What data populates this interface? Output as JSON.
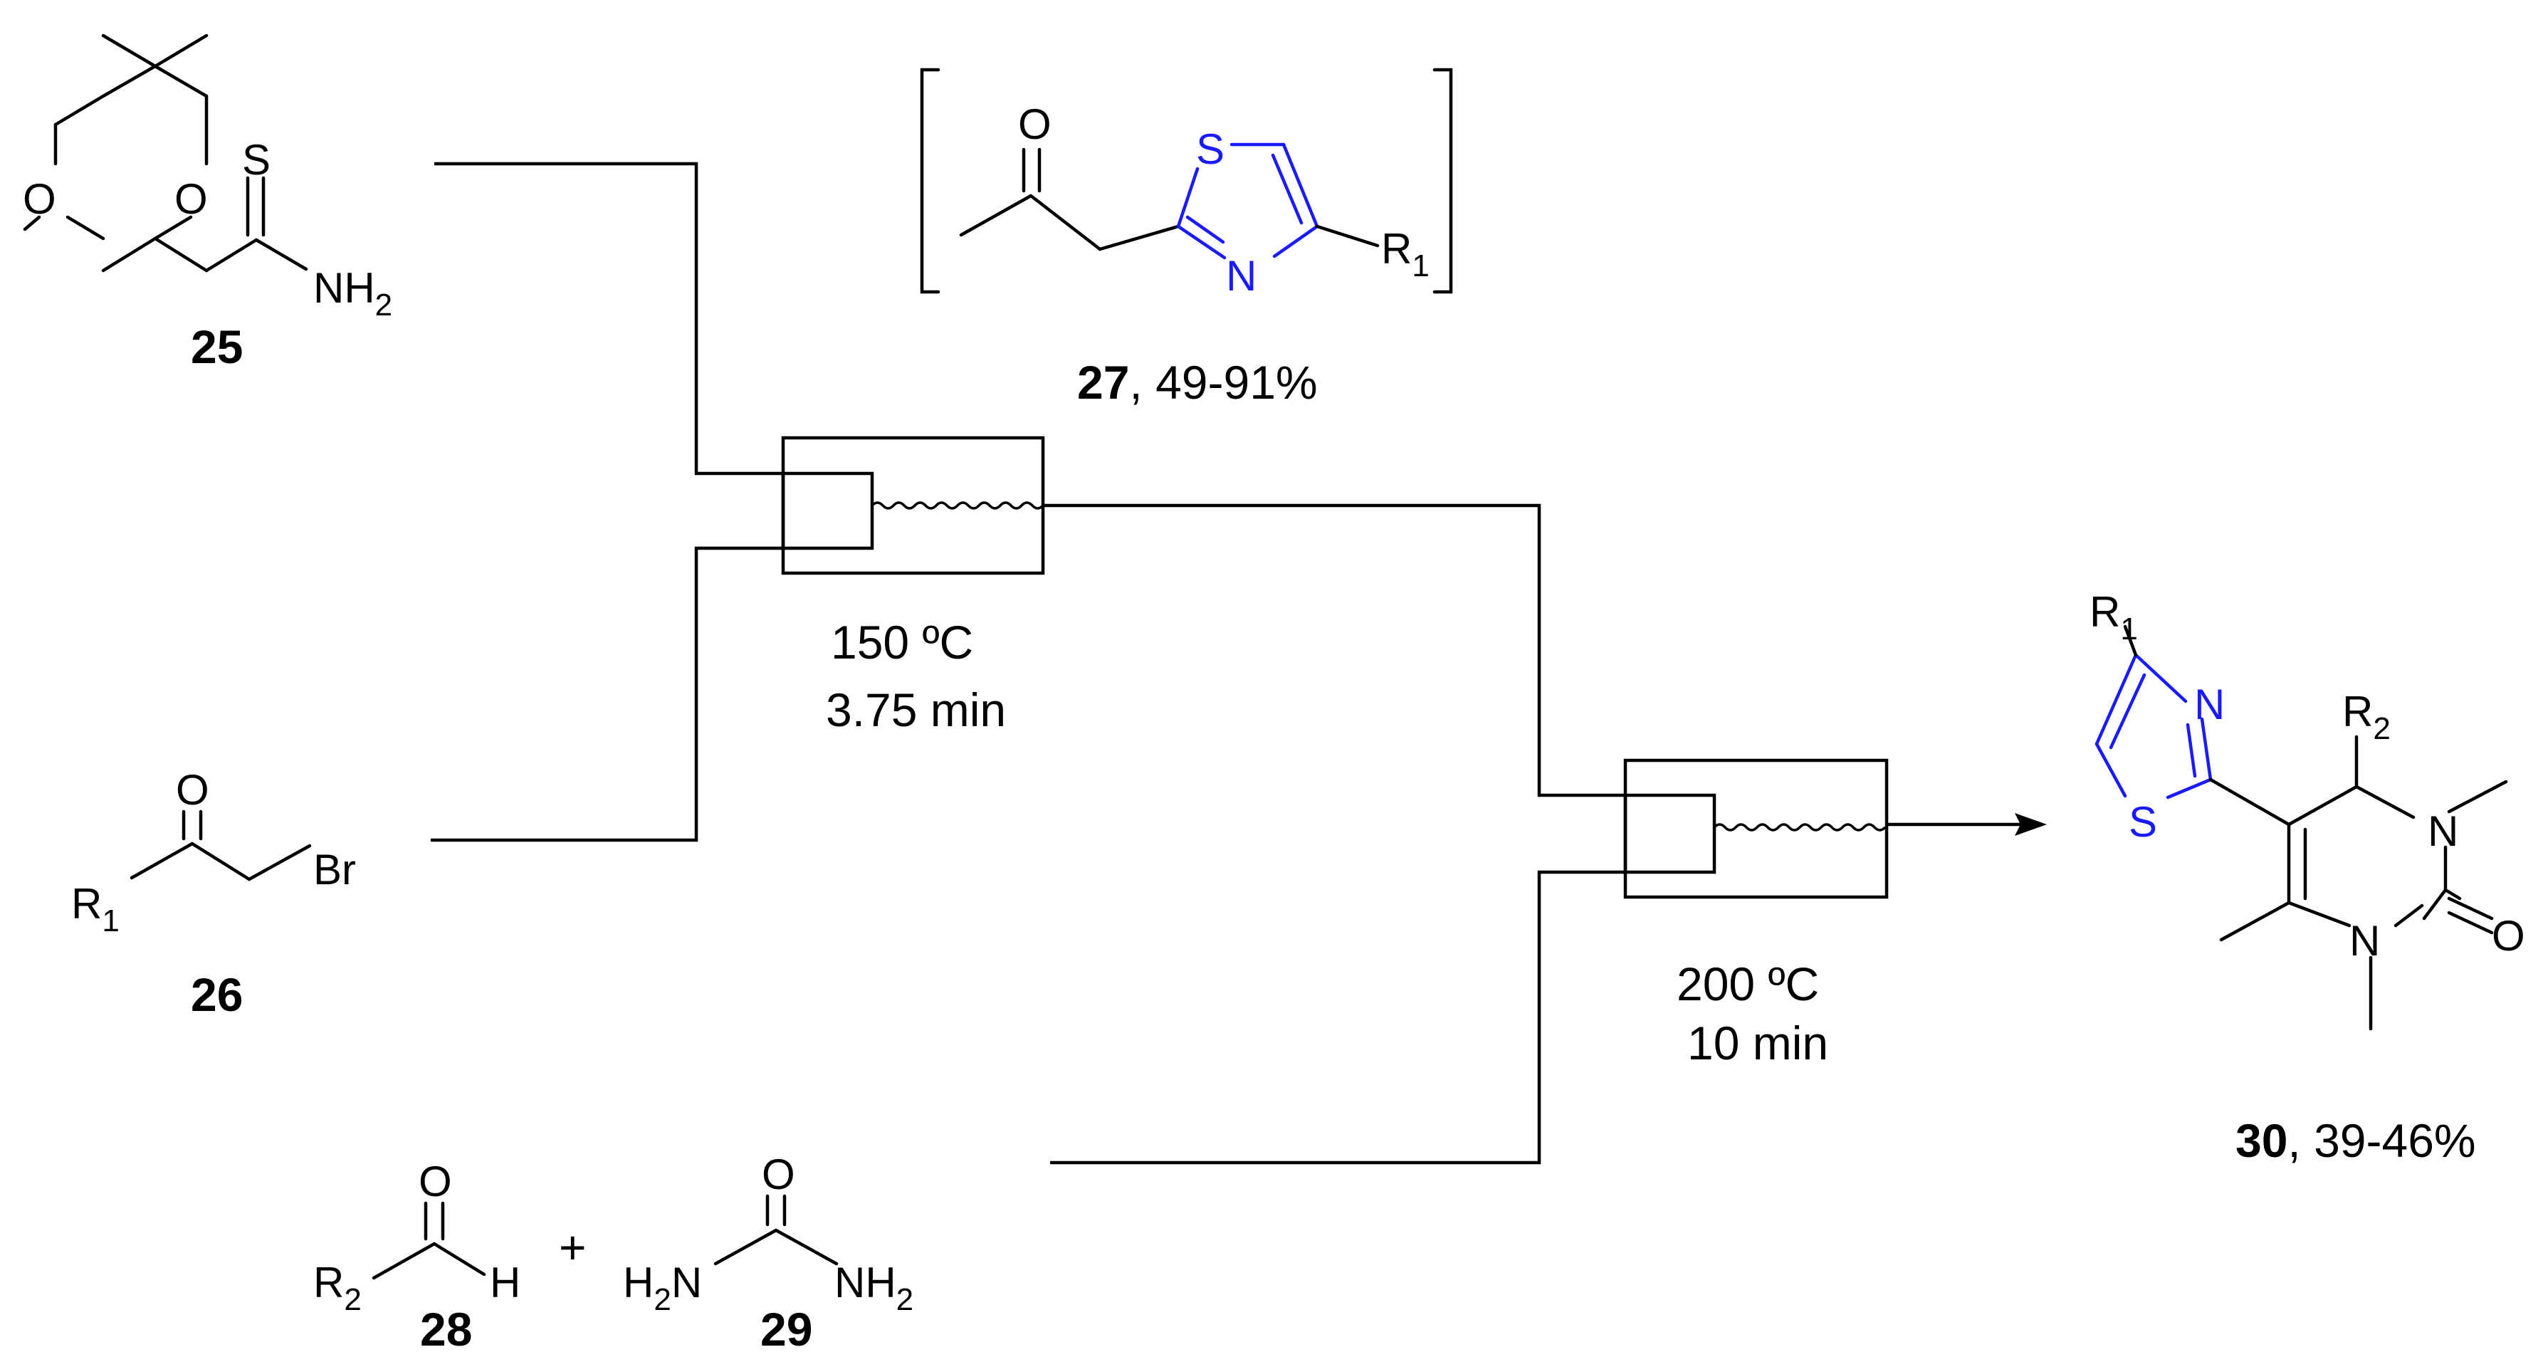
{
  "compounds": {
    "c25": {
      "number": "25",
      "atoms": {
        "o1": "O",
        "o2": "O",
        "s": "S",
        "nh2": "NH",
        "nh2_sub": "2"
      }
    },
    "c26": {
      "number": "26",
      "atoms": {
        "o": "O",
        "br": "Br",
        "r": "R",
        "r_sub": "1"
      }
    },
    "c27": {
      "number": "27",
      "yield": ", 49-91%",
      "atoms": {
        "o": "O",
        "s": "S",
        "n": "N",
        "r": "R",
        "r_sub": "1"
      }
    },
    "c28": {
      "number": "28",
      "atoms": {
        "o": "O",
        "h": "H",
        "r": "R",
        "r_sub": "2"
      }
    },
    "c29": {
      "number": "29",
      "atoms": {
        "o": "O",
        "h2n": "H",
        "h2n_sub": "2",
        "h2n_n": "N",
        "nh2": "NH",
        "nh2_sub": "2"
      }
    },
    "c30": {
      "number": "30",
      "yield": ", 39-46%",
      "atoms": {
        "r1": "R",
        "r1_sub": "1",
        "n_thz": "N",
        "s": "S",
        "r2": "R",
        "r2_sub": "2",
        "n1": "N",
        "n2": "N",
        "o": "O"
      }
    }
  },
  "plus_sign": "+",
  "reactor1": {
    "temperature": "150 ºC",
    "time": "3.75 min"
  },
  "reactor2": {
    "temperature": "200 ºC",
    "time": "10 min"
  },
  "colors": {
    "heterocycle": "#1a1aff",
    "default": "#000000"
  }
}
